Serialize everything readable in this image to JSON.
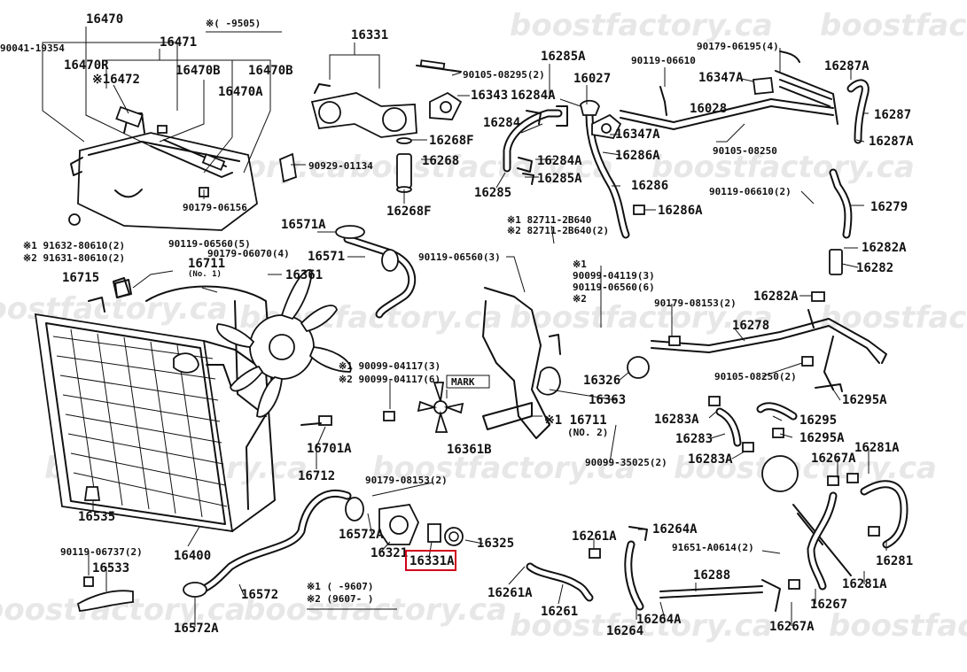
{
  "diagram": {
    "watermark": "boostfactory.ca",
    "highlight_color": "#d0021b",
    "highlighted_part": "16331A",
    "labels": {
      "l16470": "16470",
      "l90041": "90041-19354",
      "l16471": "16471",
      "l16470R": "16470R",
      "l16472": "※16472",
      "l16470B_1": "16470B",
      "l16470B_2": "16470B",
      "l16470A": "16470A",
      "l9505": "※(    -9505)",
      "l16331": "16331",
      "l90105_08295": "90105-08295(2)",
      "l16343": "16343",
      "l16268F_1": "16268F",
      "l16268": "16268",
      "l16268F_2": "16268F",
      "l90929": "90929-01134",
      "l90179_06156": "90179-06156",
      "l91632": "※1 91632-80610(2)",
      "l91631": "※2 91631-80610(2)",
      "l90119_06560_5": "90119-06560(5)",
      "l90179_06070": "90179-06070(4)",
      "l16715": "16715",
      "l16711a": "16711",
      "l16711no1": "(No. 1)",
      "l16571A": "16571A",
      "l16571": "16571",
      "l16361": "16361",
      "l90119_06560_3": "90119-06560(3)",
      "l16285A_1": "16285A",
      "l16027": "16027",
      "l16284A_1": "16284A",
      "l16284": "16284",
      "l16284A_2": "16284A",
      "l16285": "16285",
      "l16285A_2": "16285A",
      "l16347A": "16347A",
      "l16286A_1": "16286A",
      "l16286": "16286",
      "l16286A_2": "16286A",
      "l90119_06610_1": "90119-06610",
      "l90179_06195": "90179-06195(4)",
      "l16347A_2": "16347A",
      "l16028": "16028",
      "l16287A_1": "16287A",
      "l16287": "16287",
      "l16287A_2": "16287A",
      "l90105_08250_1": "90105-08250",
      "l90119_06610_2": "90119-06610(2)",
      "l16279": "16279",
      "l82711_1": "※1 82711-2B640",
      "l82711_2": "※2 82711-2B640(2)",
      "l16282A_1": "16282A",
      "l16282": "16282",
      "l16282A_2": "16282A",
      "lstar1": "※1",
      "l90099_04119": "90099-04119(3)",
      "l90119_06560_6": "90119-06560(6)",
      "lstar2": "※2",
      "l90179_08153_1": "90179-08153(2)",
      "l16278": "16278",
      "l16326": "16326",
      "l16363": "16363",
      "l90105_08250_2": "90105-08250(2)",
      "l16295A_1": "16295A",
      "l16283A_1": "16283A",
      "l16295": "16295",
      "l16283": "16283",
      "l16295A_2": "16295A",
      "l16283A_2": "16283A",
      "l90099_04117_1": "※1 90099-04117(3)",
      "l90099_04117_2": "※2 90099-04117(6)",
      "lmark": "MARK",
      "l16711b": "※1 16711",
      "lno2": "(NO. 2)",
      "l16701A": "16701A",
      "l16361B": "16361B",
      "l90099_35025": "90099-35025(2)",
      "l16267A_1": "16267A",
      "l16281A_1": "16281A",
      "l16712": "16712",
      "l90179_08153_2": "90179-08153(2)",
      "l16535": "16535",
      "l16572A_1": "16572A",
      "l16321": "16321",
      "l16325": "16325",
      "l16331A": "16331A",
      "l16400": "16400",
      "l90119_06737": "90119-06737(2)",
      "l16533": "16533",
      "l16572": "16572",
      "l16572A_2": "16572A",
      "lfoot1": "※1 (     -9607)",
      "lfoot2": "※2 (9607-     )",
      "l16261A_1": "16261A",
      "l16264A_1": "16264A",
      "l91651": "91651-A0614(2)",
      "l16261A_2": "16261A",
      "l16261": "16261",
      "l16288": "16288",
      "l16264A_2": "16264A",
      "l16264": "16264",
      "l16267": "16267",
      "l16267A_2": "16267A",
      "l16281": "16281",
      "l16281A_2": "16281A"
    }
  }
}
